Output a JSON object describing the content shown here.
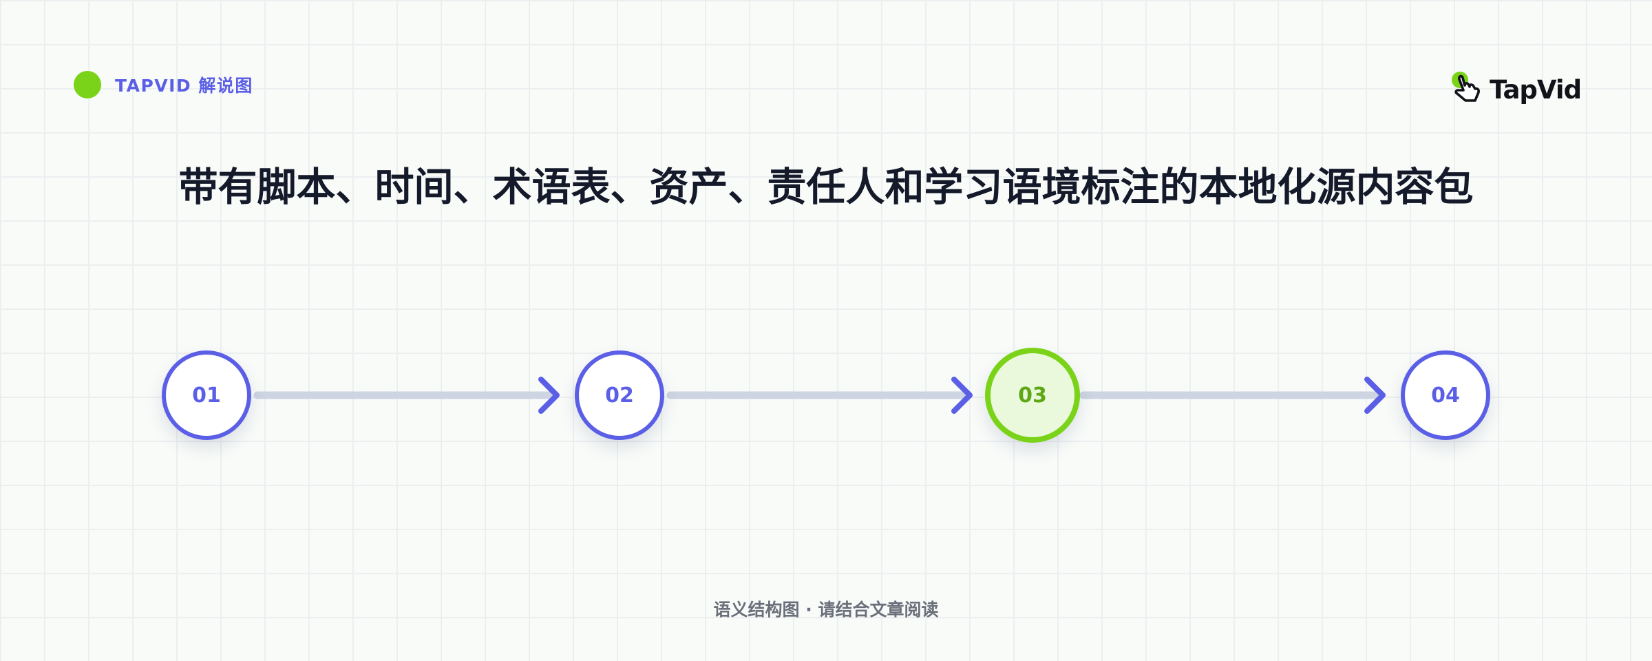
{
  "header": {
    "tag_label": "TAPVID 解说图",
    "logo_text": "TapVid"
  },
  "title": "带有脚本、时间、术语表、资产、责任人和学习语境标注的本地化源内容包",
  "steps": [
    {
      "number": "01",
      "active": false
    },
    {
      "number": "02",
      "active": false
    },
    {
      "number": "03",
      "active": true
    },
    {
      "number": "04",
      "active": false
    }
  ],
  "footer": "语义结构图 · 请结合文章阅读",
  "colors": {
    "accent": "#5b5fe6",
    "highlight": "#7ad318",
    "highlight_text": "#5da714",
    "connector": "#cdd5e2",
    "title_text": "#141a2a"
  }
}
